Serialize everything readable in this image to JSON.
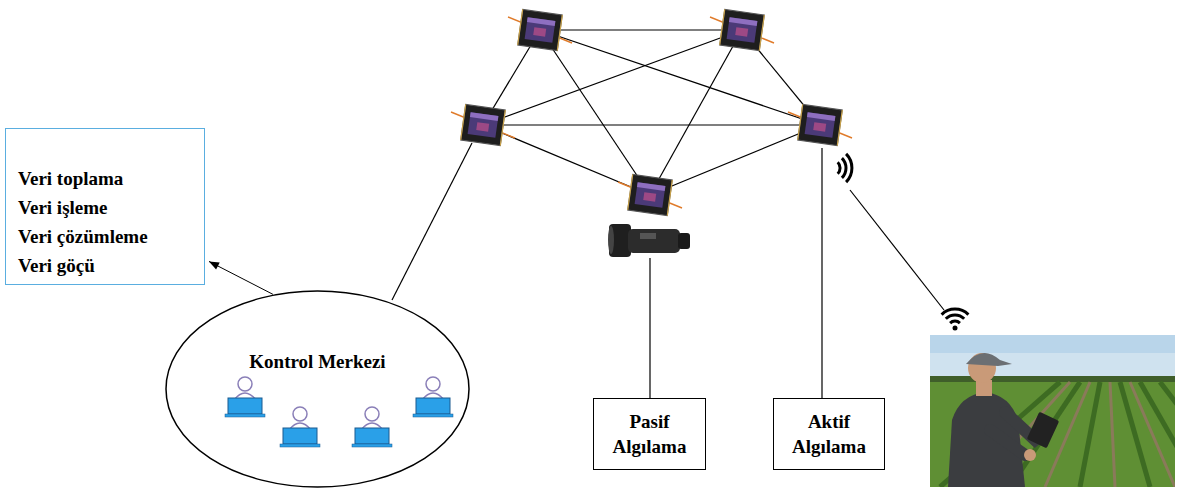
{
  "diagram": {
    "nodes": [
      {
        "text": [
          "Veri toplama",
          "Veri işleme",
          "Veri çözümleme",
          "Veri göçü"
        ]
      },
      {
        "text": [
          "Kontrol Merkezi"
        ]
      },
      {
        "text": [
          "Pasif Algılama"
        ]
      },
      {
        "text": [
          "Aktif Algılama"
        ]
      }
    ],
    "edges": [
      {
        "from": 1,
        "to": 0,
        "arrow": "to"
      }
    ]
  }
}
